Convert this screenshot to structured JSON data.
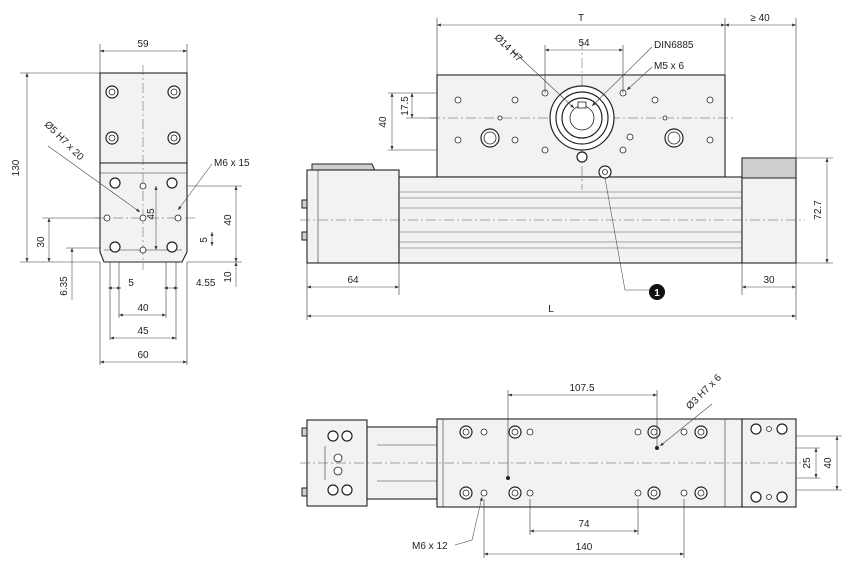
{
  "left_view": {
    "width_top": "59",
    "height_total": "130",
    "bore_label": "Ø5 H7 x 20",
    "thread_label": "M6 x 15",
    "dim_45_v": "45",
    "dim_40_v": "40",
    "dim_30": "30",
    "dim_5_v": "5",
    "dim_10": "10",
    "dim_6_35": "6.35",
    "dim_5_h": "5",
    "dim_4_55": "4.55",
    "dim_40_h": "40",
    "dim_45_h": "45",
    "dim_60": "60"
  },
  "front_view": {
    "dim_T": "T",
    "dim_min40": "≥ 40",
    "bore_label": "Ø14 H7",
    "dim_54": "54",
    "din_label": "DIN6885",
    "thread_label": "M5 x 6",
    "dim_17_5": "17.5",
    "dim_40": "40",
    "dim_72_7": "72.7",
    "dim_64": "64",
    "dim_30": "30",
    "dim_L": "L",
    "callout": "1"
  },
  "bottom_view": {
    "dim_107_5": "107.5",
    "bore_label": "Ø3 H7 x 6",
    "dim_25": "25",
    "dim_40": "40",
    "dim_74": "74",
    "dim_140": "140",
    "thread_label": "M6 x 12"
  }
}
